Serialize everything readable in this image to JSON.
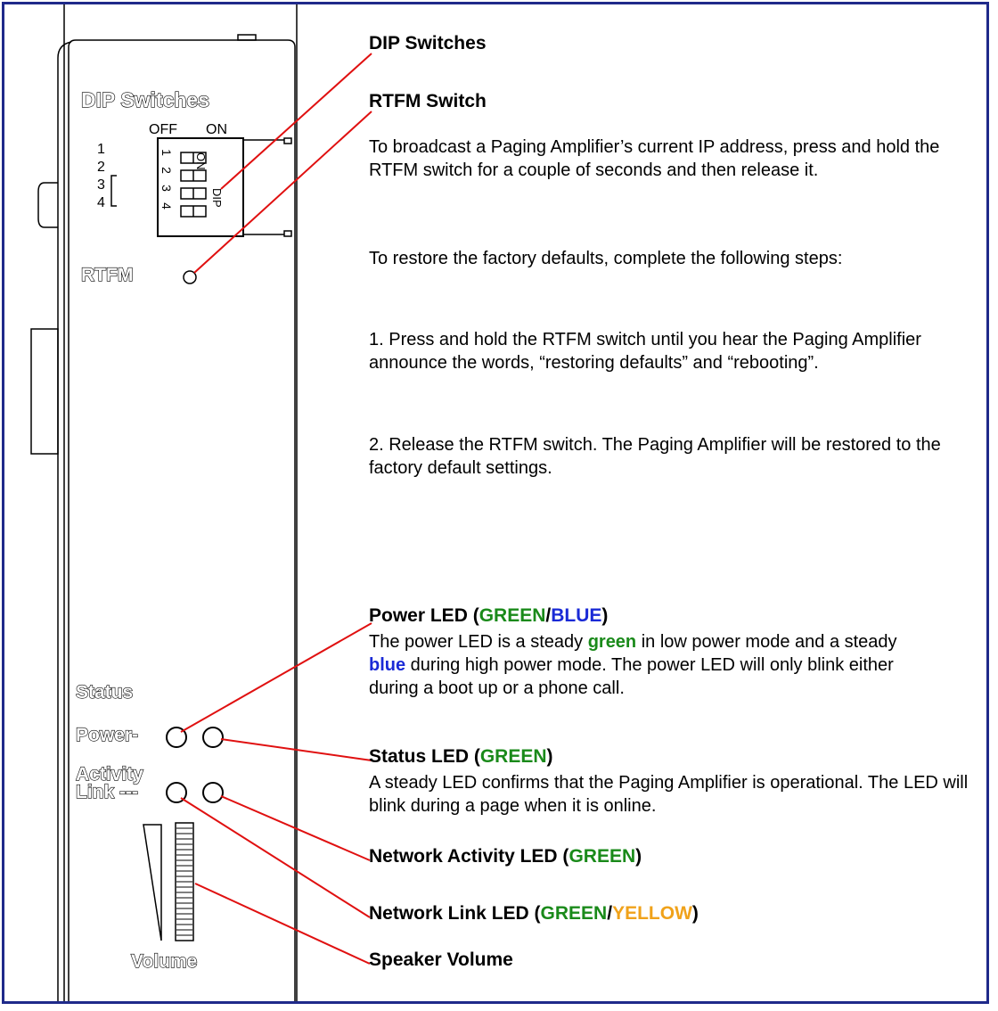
{
  "panel": {
    "dip_title": "DIP Switches",
    "off": "OFF",
    "on": "ON",
    "left_numbers": [
      "1",
      "2",
      "3",
      "4"
    ],
    "switch_numbers": [
      "1",
      "2",
      "3",
      "4"
    ],
    "switch_on": "ON",
    "switch_dip": "DIP",
    "rtfm": "RTFM",
    "status": "Status",
    "power": "Power-",
    "activity": "Activity",
    "link": "Link ---",
    "volume": "Volume"
  },
  "callouts": {
    "dip": {
      "title": "DIP Switches"
    },
    "rtfm": {
      "title": "RTFM Switch",
      "p1": "To broadcast a Paging Amplifier’s current IP address, press and hold the RTFM switch for a couple of seconds and then release it.",
      "p2": "To restore the factory defaults, complete the following steps:",
      "p3": "1. Press and hold the RTFM switch until you hear the Paging Amplifier announce the words, “restoring defaults” and “rebooting”.",
      "p4": "2. Release the RTFM switch. The Paging Amplifier will be restored to the factory default settings."
    },
    "power": {
      "title_prefix": "Power LED (",
      "title_green": "GREEN",
      "title_sep": "/",
      "title_blue": "BLUE",
      "title_suffix": ")",
      "body1": "The power LED is a steady ",
      "body_green": "green",
      "body2": " in low power mode and a steady ",
      "body_blue": "blue",
      "body3": " during high power mode. The power LED will only blink either during a boot up or a phone call."
    },
    "status": {
      "title_prefix": "Status LED (",
      "title_green": "GREEN",
      "title_suffix": ")",
      "body": "A steady LED confirms that the Paging Amplifier is operational. The LED will blink during a page when it is online."
    },
    "activity": {
      "title_prefix": "Network Activity LED (",
      "title_green": "GREEN",
      "title_suffix": ")"
    },
    "link": {
      "title_prefix": "Network Link LED (",
      "title_green": "GREEN",
      "title_sep": "/",
      "title_yellow": "YELLOW",
      "title_suffix": ")"
    },
    "volume": {
      "title": "Speaker Volume"
    }
  },
  "colors": {
    "frame": "#1f2a8a",
    "leader_line": "#e01010",
    "green": "#1a8a1a",
    "blue": "#1a2ad6",
    "yellow": "#f0a21a"
  }
}
